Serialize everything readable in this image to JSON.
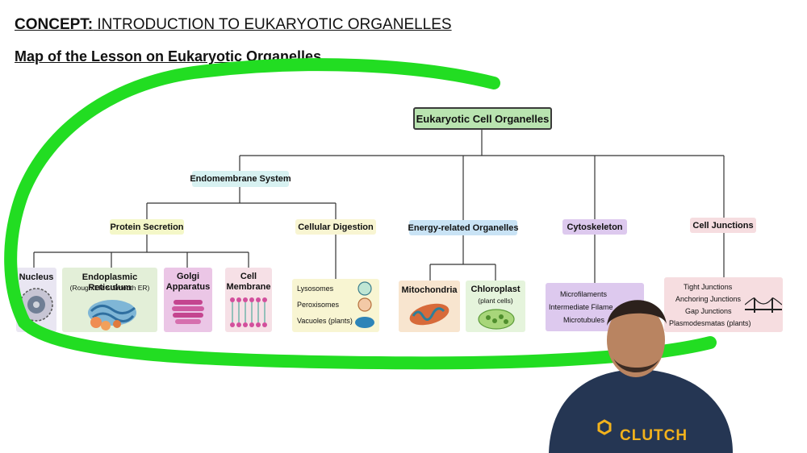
{
  "header": {
    "concept_prefix": "CONCEPT:",
    "concept_title": " INTRODUCTION TO EUKARYOTIC ORGANELLES",
    "subtitle": "Map of the Lesson on Eukaryotic Organelles"
  },
  "diagram": {
    "root": "Eukaryotic Cell Organelles",
    "endomembrane": "Endomembrane System",
    "protein_secretion": "Protein Secretion",
    "cellular_digestion": "Cellular Digestion",
    "energy": "Energy-related Organelles",
    "cytoskeleton": "Cytoskeleton",
    "junctions": "Cell Junctions",
    "nucleus": "Nucleus",
    "er_title": "Endoplasmic Reticulum",
    "er_sub": "(Rough ER & Smooth ER)",
    "golgi_line1": "Golgi",
    "golgi_line2": "Apparatus",
    "membrane_line1": "Cell",
    "membrane_line2": "Membrane",
    "digestion_items": [
      "Lysosomes",
      "Peroxisomes",
      "Vacuoles (plants)"
    ],
    "mitochondria": "Mitochondria",
    "chloroplast": "Chloroplast",
    "chloroplast_sub": "(plant cells)",
    "cytoskeleton_items": [
      "Microfilaments",
      "Intermediate Filame",
      "Microtubules"
    ],
    "junction_items": [
      "Tight Junctions",
      "Anchoring Junctions",
      "Gap Junctions",
      "Plasmodesmatas (plants)"
    ]
  },
  "presenter": {
    "shirt_logo": "CLUTCH"
  },
  "colors": {
    "highlight_stroke": "#22dd22",
    "root_fill": "#b9e4b0",
    "endomembrane_fill": "#d7f1f1",
    "protein_fill": "#f4f7c8",
    "digestion_fill": "#f8f5d2",
    "energy_fill": "#c9e3f5",
    "energy_cards_fill": "#f8e5cf",
    "chloroplast_fill": "#e5f4dc",
    "cytoskeleton_fill": "#ddc9ee",
    "junctions_fill": "#f6dde0",
    "golgi_fill": "#ebc6e6"
  }
}
